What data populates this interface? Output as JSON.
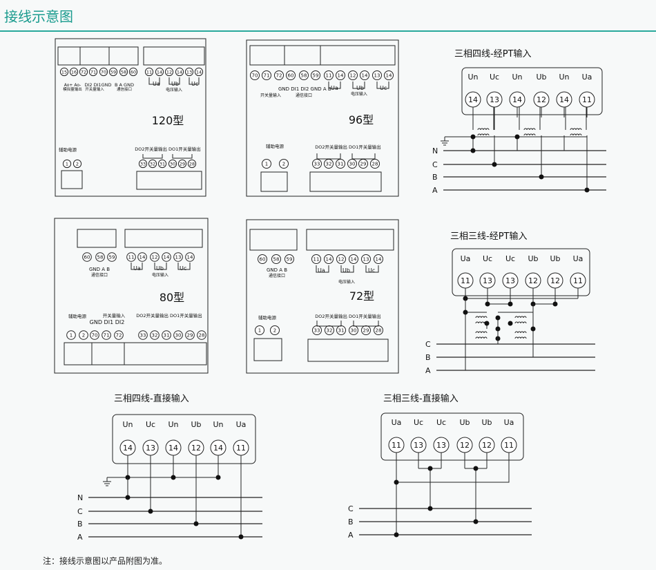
{
  "title": "接线示意图",
  "note": "注：接线示意图以产品附图为准。",
  "panels": {
    "p120": {
      "model": "120型",
      "top_terms": [
        "15",
        "16",
        "72",
        "71",
        "70",
        "59",
        "58",
        "60",
        "11",
        "14",
        "12",
        "14",
        "13",
        "14"
      ],
      "lab_ao": "Ao+ Ao-",
      "lab_ao_sub": "模拟量输出",
      "lab_di": "DI2 DI1GND",
      "lab_di_sub": "开关量输入",
      "lab_comm": "B  A  GND",
      "lab_comm_sub": "通信接口",
      "lab_ua": "Ua",
      "lab_ub": "Ub",
      "lab_uc": "Uc",
      "lab_volt": "电压输入",
      "aux": "辅助电源",
      "aux_terms": [
        "1",
        "2"
      ],
      "do_label": "DO2开关量输出  DO1开关量输出",
      "do_terms": [
        "33",
        "32",
        "31",
        "30",
        "29",
        "28"
      ]
    },
    "p96": {
      "model": "96型",
      "top_terms": [
        "70",
        "71",
        "72",
        "60",
        "58",
        "59",
        "11",
        "14",
        "12",
        "14",
        "13",
        "14"
      ],
      "lab_di": "GND DI1 DI2 GND  A  B",
      "lab_di_sub": "开关量输入",
      "lab_comm_sub": "通信接口",
      "lab_ua": "Ua",
      "lab_ub": "Ub",
      "lab_uc": "Uc",
      "lab_volt": "电压输入",
      "aux": "辅助电源",
      "aux_terms": [
        "1",
        "2"
      ],
      "do_label": "DO2开关量输出  DO1开关量输出",
      "do_terms": [
        "33",
        "32",
        "31",
        "30",
        "29",
        "28"
      ]
    },
    "p80": {
      "model": "80型",
      "top_terms": [
        "60",
        "58",
        "59",
        "11",
        "14",
        "12",
        "14",
        "13",
        "14"
      ],
      "lab_comm": "GND  A   B",
      "lab_comm_sub": "通信接口",
      "lab_ua": "Ua",
      "lab_ub": "Ub",
      "lab_uc": "Uc",
      "lab_volt": "电压输入",
      "aux": "辅助电源",
      "di_label": "开关量输入",
      "di_sub": "GND DI1 DI2",
      "do_label": "DO2开关量输出  DO1开关量输出",
      "bottom_terms": [
        "1",
        "2",
        "70",
        "71",
        "72",
        "33",
        "32",
        "31",
        "30",
        "29",
        "28"
      ]
    },
    "p72": {
      "model": "72型",
      "top_terms": [
        "60",
        "58",
        "59",
        "11",
        "14",
        "12",
        "14",
        "13",
        "14"
      ],
      "lab_comm": "GND   A    B",
      "lab_comm_sub": "通信接口",
      "lab_ua": "Ua",
      "lab_ub": "Ub",
      "lab_uc": "Uc",
      "lab_volt": "电压输入",
      "aux": "辅助电源",
      "aux_terms": [
        "1",
        "2"
      ],
      "do_label": "DO2开关量输出  DO1开关量输出",
      "do_terms": [
        "33",
        "32",
        "31",
        "30",
        "29",
        "28"
      ]
    }
  },
  "wiring": {
    "w1": {
      "title": "三相四线-经PT输入",
      "labels": [
        "Un",
        "Uc",
        "Un",
        "Ub",
        "Un",
        "Ua"
      ],
      "terms": [
        "14",
        "13",
        "14",
        "12",
        "14",
        "11"
      ],
      "lines": [
        "N",
        "C",
        "B",
        "A"
      ]
    },
    "w2": {
      "title": "三相三线-经PT输入",
      "labels": [
        "Ua",
        "Uc",
        "Uc",
        "Ub",
        "Ub",
        "Ua"
      ],
      "terms": [
        "11",
        "13",
        "13",
        "12",
        "12",
        "11"
      ],
      "lines": [
        "C",
        "B",
        "A"
      ]
    },
    "w3": {
      "title": "三相四线-直接输入",
      "labels": [
        "Un",
        "Uc",
        "Un",
        "Ub",
        "Un",
        "Ua"
      ],
      "terms": [
        "14",
        "13",
        "14",
        "12",
        "14",
        "11"
      ],
      "lines": [
        "N",
        "C",
        "B",
        "A"
      ]
    },
    "w4": {
      "title": "三相三线-直接输入",
      "labels": [
        "Ua",
        "Uc",
        "Uc",
        "Ub",
        "Ub",
        "Ua"
      ],
      "terms": [
        "11",
        "13",
        "13",
        "12",
        "12",
        "11"
      ],
      "lines": [
        "C",
        "B",
        "A"
      ]
    }
  }
}
